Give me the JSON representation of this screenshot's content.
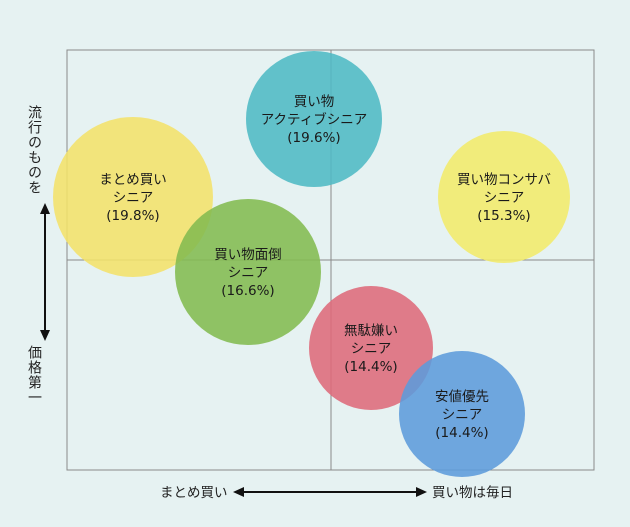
{
  "axes": {
    "y_top_label": "流行のものを",
    "y_bottom_label": "価格第一",
    "x_left_label": "まとめ買い",
    "x_right_label": "買い物は毎日"
  },
  "segments": [
    {
      "id": "active",
      "lines": [
        "買い物",
        "アクティブシニア"
      ],
      "pct": "(19.6%)",
      "color": "#4fb9c4"
    },
    {
      "id": "matome",
      "lines": [
        "まとめ買い",
        "シニア"
      ],
      "pct": "(19.8%)",
      "color": "#f4e16a"
    },
    {
      "id": "mendou",
      "lines": [
        "買い物面倒",
        "シニア"
      ],
      "pct": "(16.6%)",
      "color": "#83bb50"
    },
    {
      "id": "consaba",
      "lines": [
        "買い物コンサバ",
        "シニア"
      ],
      "pct": "(15.3%)",
      "color": "#f3eb6a"
    },
    {
      "id": "mudagirai",
      "lines": [
        "無駄嫌い",
        "シニア"
      ],
      "pct": "(14.4%)",
      "color": "#de6a7a"
    },
    {
      "id": "anchi",
      "lines": [
        "安値優先",
        "シニア"
      ],
      "pct": "(14.4%)",
      "color": "#5d9bdb"
    }
  ]
}
